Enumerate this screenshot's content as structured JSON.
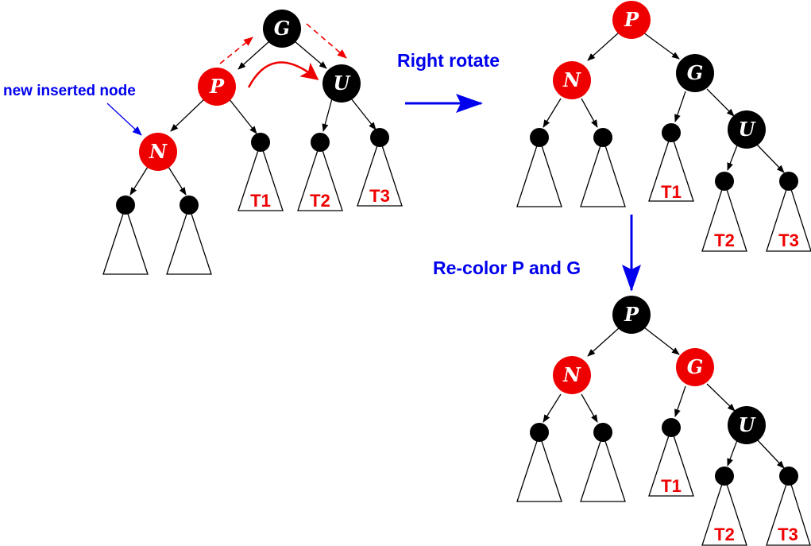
{
  "colors": {
    "red_node": "#ee0000",
    "black_node": "#000000",
    "edge": "#000000",
    "annotation": "#0000ee",
    "rotation_hint": "#ee0000"
  },
  "labels": {
    "new_inserted_node": "new inserted node",
    "right_rotate": "Right rotate",
    "recolor": "Re-color P and G"
  },
  "trees": {
    "before": {
      "G": {
        "label": "G",
        "color": "black"
      },
      "P": {
        "label": "P",
        "color": "red"
      },
      "U": {
        "label": "U",
        "color": "black"
      },
      "N": {
        "label": "N",
        "color": "red"
      },
      "subtrees": [
        "T1",
        "T2",
        "T3"
      ]
    },
    "after_rotate": {
      "P": {
        "label": "P",
        "color": "red"
      },
      "N": {
        "label": "N",
        "color": "red"
      },
      "G": {
        "label": "G",
        "color": "black"
      },
      "U": {
        "label": "U",
        "color": "black"
      },
      "subtrees": [
        "T1",
        "T2",
        "T3"
      ]
    },
    "after_recolor": {
      "P": {
        "label": "P",
        "color": "black"
      },
      "N": {
        "label": "N",
        "color": "red"
      },
      "G": {
        "label": "G",
        "color": "red"
      },
      "U": {
        "label": "U",
        "color": "black"
      },
      "subtrees": [
        "T1",
        "T2",
        "T3"
      ]
    }
  }
}
